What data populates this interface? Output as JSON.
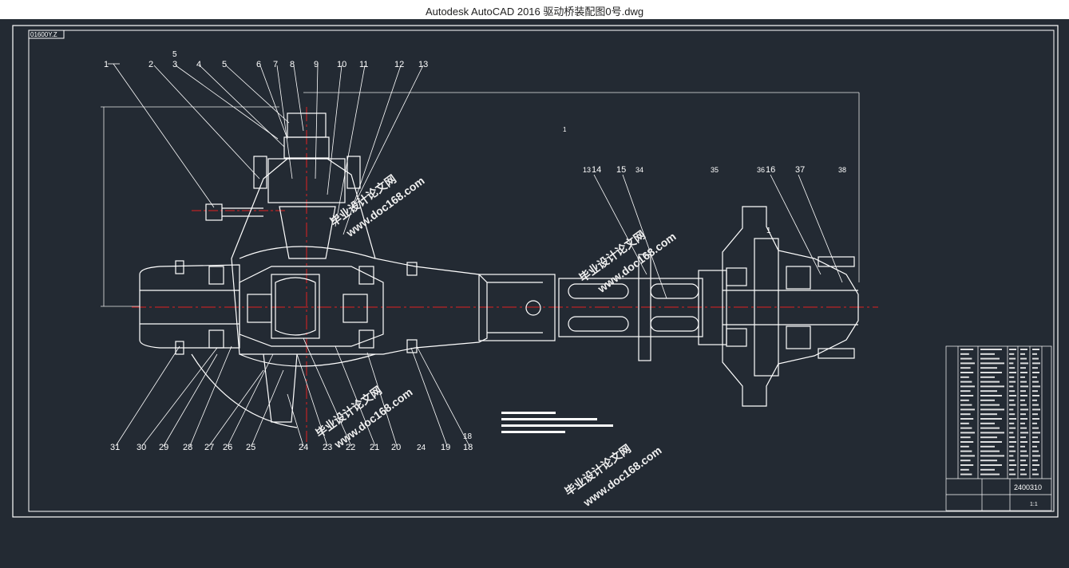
{
  "window": {
    "title": "Autodesk AutoCAD 2016     驱动桥装配图0号.dwg"
  },
  "drawing": {
    "frame_tag": "01600Y.Z",
    "top_labels": [
      "1",
      "2",
      "3",
      "4",
      "5",
      "6",
      "7",
      "8",
      "9",
      "10",
      "11",
      "12",
      "13"
    ],
    "top_label_extra": "5",
    "bottom_labels": [
      "31",
      "30",
      "29",
      "28",
      "27",
      "26",
      "25",
      "24",
      "23",
      "22",
      "21",
      "20",
      "24",
      "19",
      "18"
    ],
    "bottom_label_extra": "18",
    "right_labels": [
      "13",
      "14",
      "15",
      "34",
      "35",
      "36",
      "16",
      "37",
      "38"
    ],
    "center_label": "1",
    "hub_label": "1",
    "dimension_value": "___",
    "title_block": {
      "code": "2400310",
      "bottom_code": "1:1"
    }
  },
  "watermarks": [
    "毕业设计论文网",
    "www.doc168.com"
  ],
  "colors": {
    "background": "#232a33",
    "line": "#ffffff",
    "center_line": "#e02020",
    "dimension": "#e8e8e8"
  }
}
